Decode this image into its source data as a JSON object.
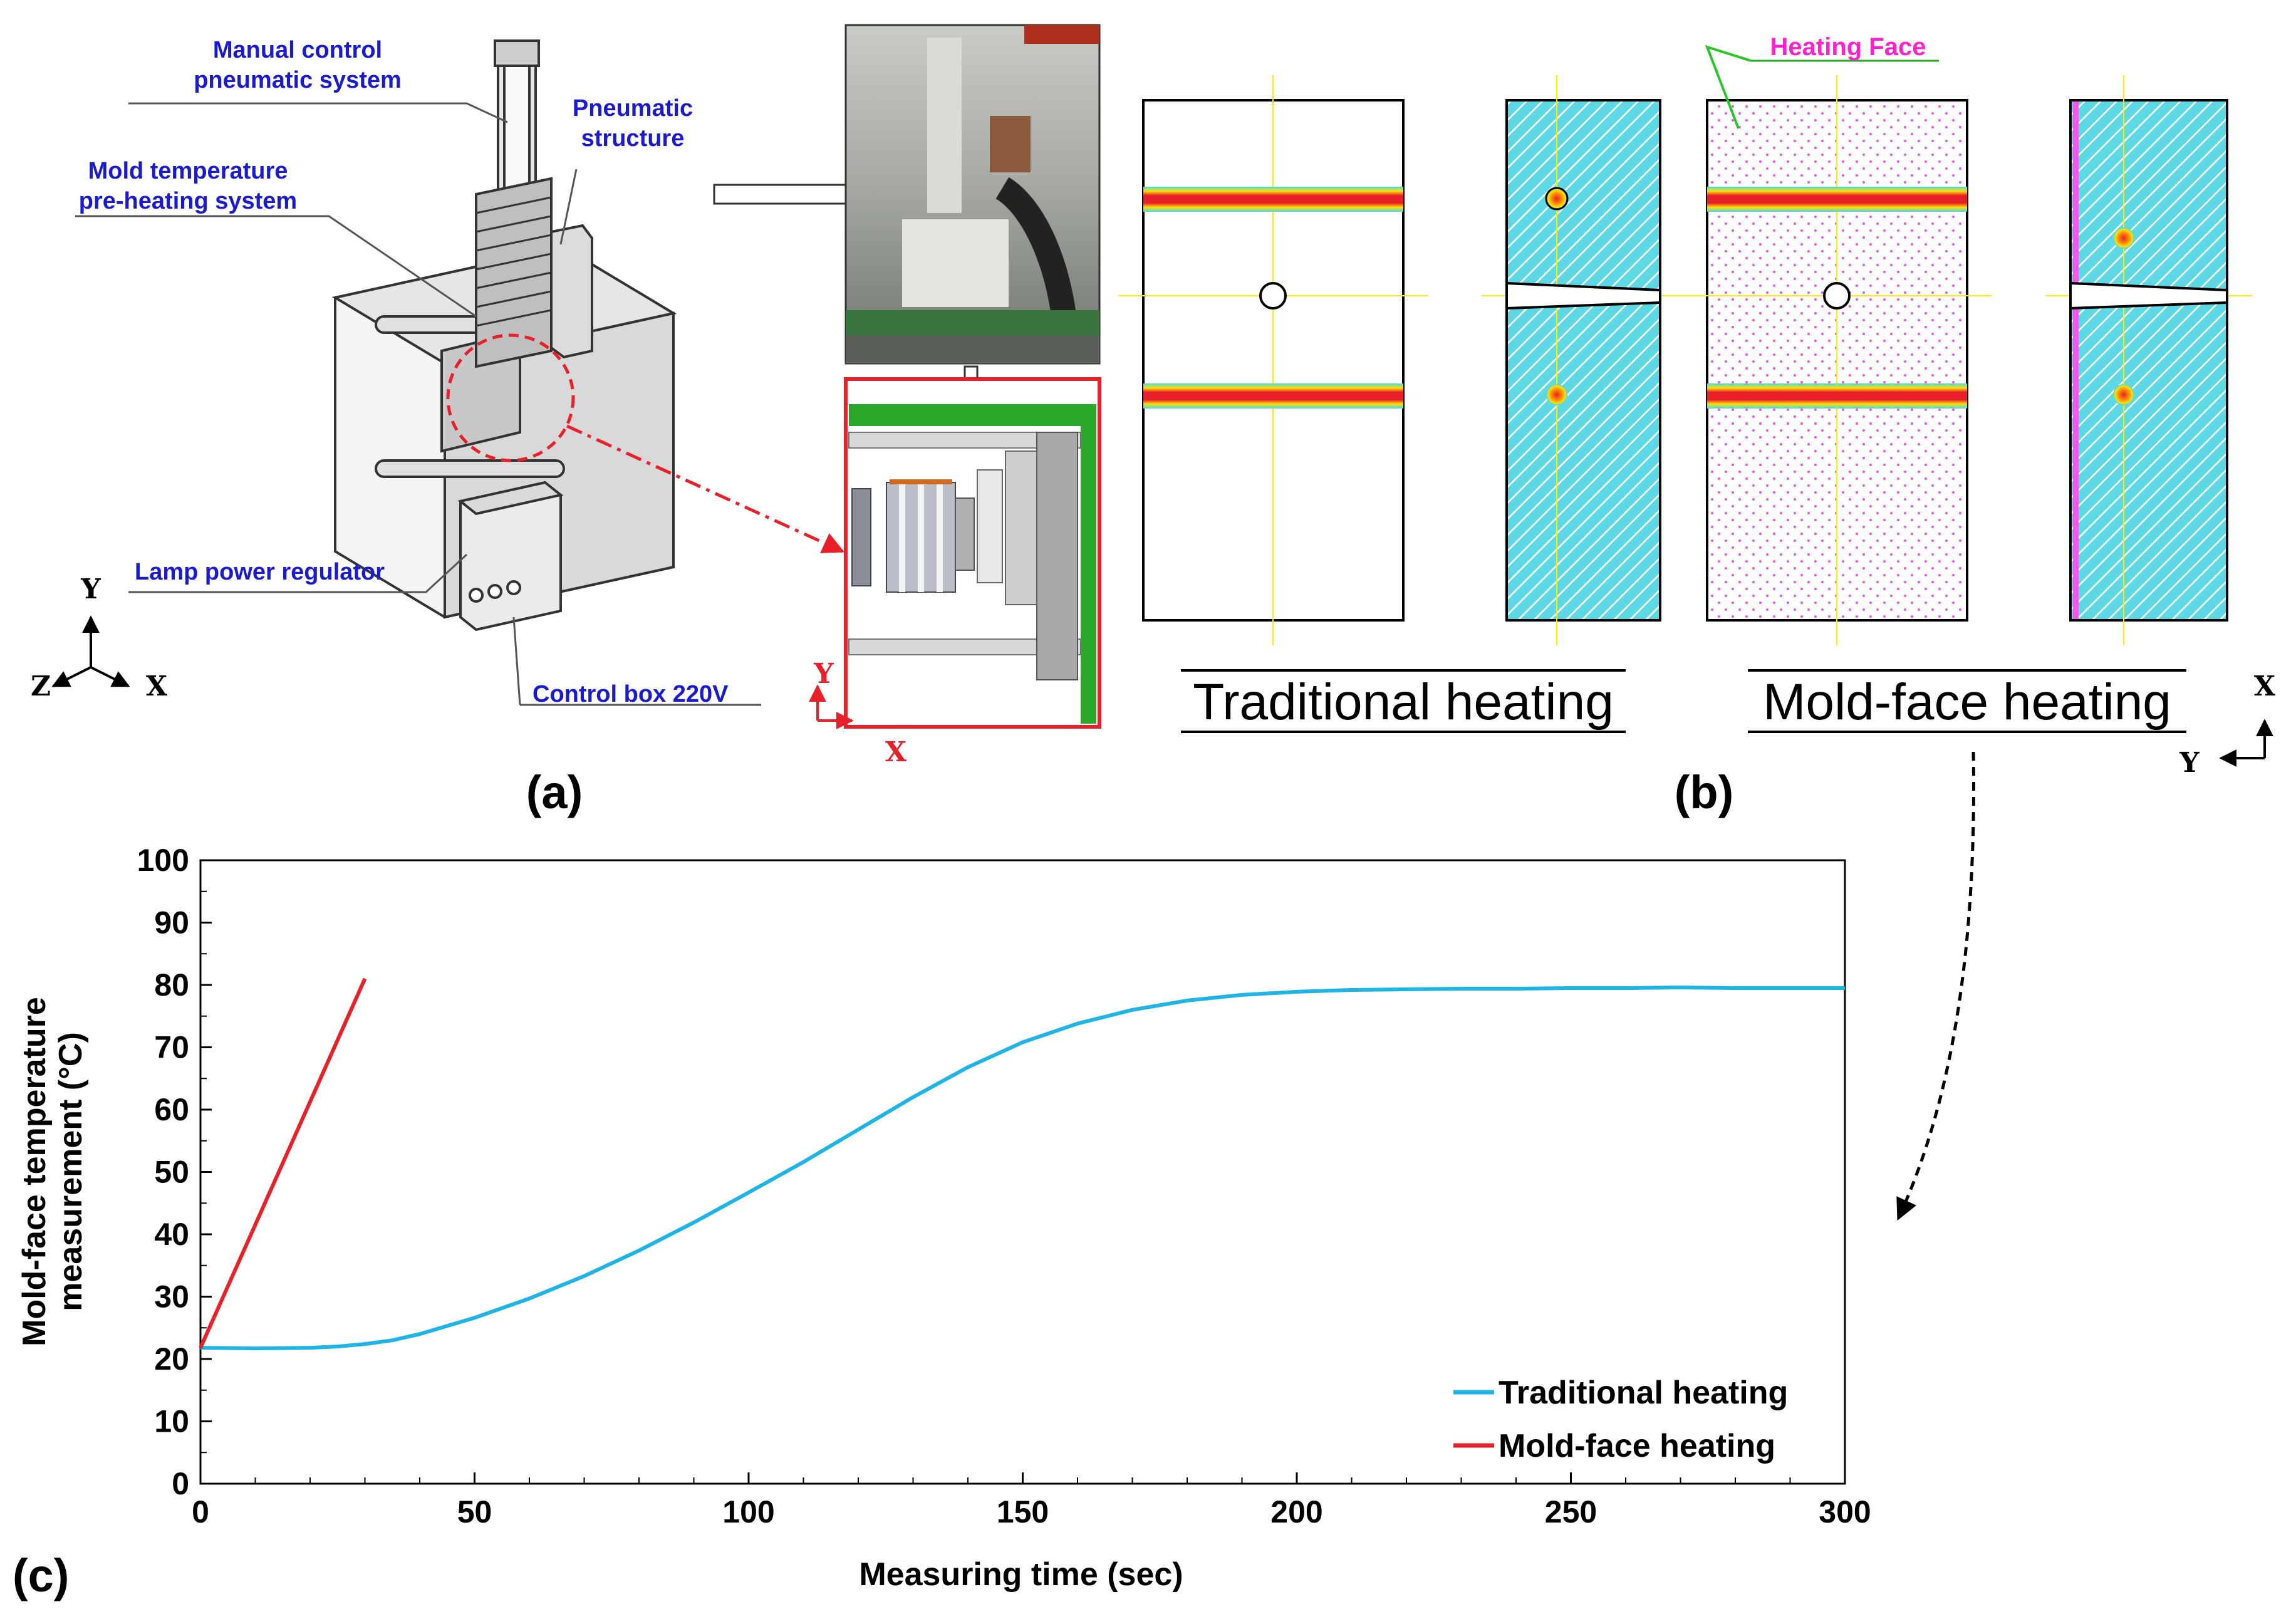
{
  "panel_a": {
    "panel_label": "(a)",
    "labels": {
      "manual_control_line1": "Manual control",
      "manual_control_line2": "pneumatic system",
      "mold_temp_line1": "Mold temperature",
      "mold_temp_line2": "pre-heating system",
      "pneumatic_line1": "Pneumatic",
      "pneumatic_line2": "structure",
      "lamp_power": "Lamp power regulator",
      "control_box": "Control box 220V"
    },
    "axes": {
      "y": "Y",
      "z": "Z",
      "x": "X"
    },
    "inset_axes": {
      "y": "Y",
      "x": "X"
    }
  },
  "panel_b": {
    "panel_label": "(b)",
    "heating_face_label": "Heating Face",
    "traditional_caption": "Traditional heating",
    "moldface_caption": "Mold-face heating",
    "axes": {
      "x": "X",
      "y": "Y"
    }
  },
  "panel_c": {
    "panel_label": "(c)"
  },
  "colors": {
    "traditional": "#1fb4e6",
    "moldface": "#e8202a",
    "heater_band": "#e8202a",
    "cyan_hatch": "#5fd8e6",
    "magenta_dots": "#ee55ee",
    "label_blue": "#1a1ad0",
    "label_magenta": "#ff22cc"
  },
  "chart_data": {
    "type": "line",
    "xlabel": "Measuring time (sec)",
    "ylabel_line1": "Mold-face temperature",
    "ylabel_line2": "measurement (°C)",
    "xlim": [
      0,
      300
    ],
    "ylim": [
      0,
      100
    ],
    "xticks": [
      0,
      50,
      100,
      150,
      200,
      250,
      300
    ],
    "yticks": [
      0,
      10,
      20,
      30,
      40,
      50,
      60,
      70,
      80,
      90,
      100
    ],
    "legend_position": "bottom-right",
    "series": [
      {
        "name": "Traditional heating",
        "color": "#1fb4e6",
        "points": [
          [
            0,
            21.8
          ],
          [
            10,
            21.7
          ],
          [
            20,
            21.8
          ],
          [
            25,
            22.0
          ],
          [
            30,
            22.4
          ],
          [
            35,
            23.0
          ],
          [
            40,
            24.0
          ],
          [
            50,
            26.6
          ],
          [
            60,
            29.7
          ],
          [
            70,
            33.3
          ],
          [
            80,
            37.4
          ],
          [
            90,
            41.9
          ],
          [
            100,
            46.7
          ],
          [
            110,
            51.6
          ],
          [
            120,
            56.8
          ],
          [
            130,
            62.0
          ],
          [
            140,
            66.8
          ],
          [
            150,
            70.8
          ],
          [
            160,
            73.8
          ],
          [
            170,
            76.0
          ],
          [
            180,
            77.5
          ],
          [
            190,
            78.4
          ],
          [
            200,
            78.9
          ],
          [
            210,
            79.2
          ],
          [
            220,
            79.3
          ],
          [
            230,
            79.4
          ],
          [
            240,
            79.4
          ],
          [
            250,
            79.5
          ],
          [
            260,
            79.5
          ],
          [
            270,
            79.6
          ],
          [
            280,
            79.5
          ],
          [
            290,
            79.5
          ],
          [
            300,
            79.5
          ]
        ]
      },
      {
        "name": "Mold-face heating",
        "color": "#e8202a",
        "points": [
          [
            0,
            21.8
          ],
          [
            30,
            81.0
          ]
        ]
      }
    ]
  }
}
